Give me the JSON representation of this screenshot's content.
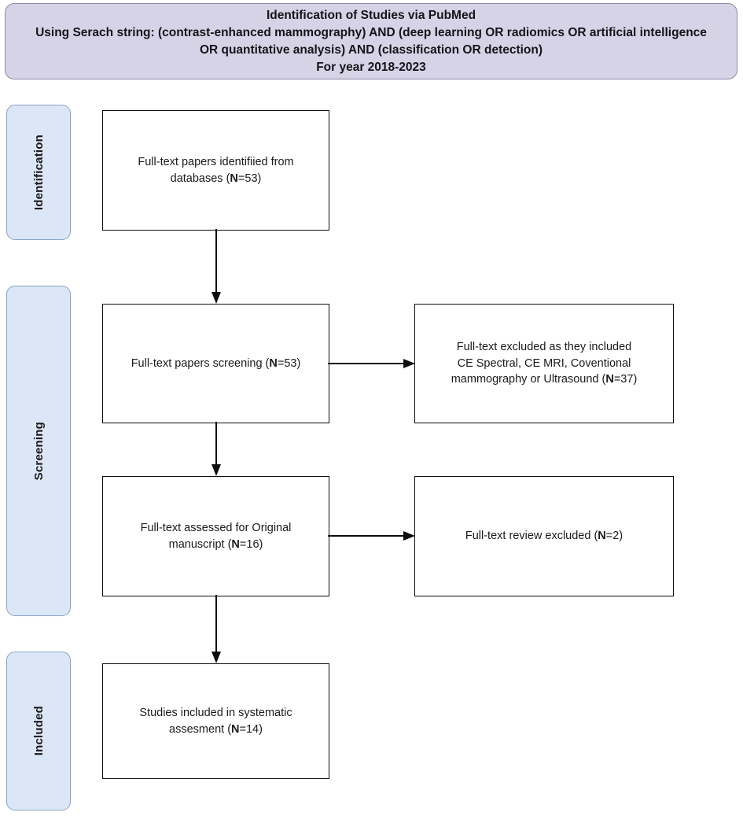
{
  "header": {
    "lines": [
      "Identification of Studies via PubMed",
      "Using Serach string: (contrast-enhanced mammography) AND (deep learning OR radiomics OR artificial intelligence",
      "OR quantitative analysis) AND (classification OR detection)",
      "For year 2018-2023"
    ],
    "background_color": "#d6d3e6",
    "border_color": "#8e8aa8"
  },
  "stages": [
    {
      "label": "Identification",
      "id": "identification"
    },
    {
      "label": "Screening",
      "id": "screening"
    },
    {
      "label": "Included",
      "id": "included"
    }
  ],
  "stage_style": {
    "background_color": "#dbe6f6",
    "border_color": "#8ba4bf"
  },
  "boxes": {
    "identified": {
      "line1": "Full-text papers identifiied from",
      "line2_prefix": "databases (",
      "line2_count_label": "N",
      "line2_count_value": "=53)"
    },
    "screening": {
      "line1_prefix": "Full-text papers screening (",
      "line1_count_label": "N",
      "line1_count_value": "=53)"
    },
    "excluded_1": {
      "line1": "Full-text excluded as they included",
      "line2": "CE Spectral, CE MRI, Coventional",
      "line3_prefix": "mammography or Ultrasound (",
      "line3_count_label": "N",
      "line3_count_value": "=37)"
    },
    "assessed": {
      "line1": "Full-text assessed for Original",
      "line2_prefix": "manuscript (",
      "line2_count_label": "N",
      "line2_count_value": "=16)"
    },
    "excluded_2": {
      "line1_prefix": "Full-text review excluded (",
      "line1_count_label": "N",
      "line1_count_value": "=2)"
    },
    "included": {
      "line1": "Studies included in systematic",
      "line2_prefix": "assesment (",
      "line2_count_label": "N",
      "line2_count_value": "=14)"
    }
  },
  "connectors": [
    {
      "name": "identified-to-screening",
      "direction": "down"
    },
    {
      "name": "screening-to-excluded-1",
      "direction": "right"
    },
    {
      "name": "screening-to-assessed",
      "direction": "down"
    },
    {
      "name": "assessed-to-excluded-2",
      "direction": "right"
    },
    {
      "name": "assessed-to-included",
      "direction": "down"
    }
  ],
  "colors": {
    "box_border": "#0d0d0d",
    "box_fill": "#ffffff",
    "text": "#1a1a1a",
    "page_background": "#ffffff"
  },
  "chart_data": {
    "type": "diagram",
    "title": "Identification of Studies via PubMed",
    "diagram_kind": "PRISMA flow diagram",
    "stages": [
      "Identification",
      "Screening",
      "Included"
    ],
    "nodes": [
      {
        "id": "identified",
        "stage": "Identification",
        "text": "Full-text papers identifiied from databases (N=53)",
        "n": 53
      },
      {
        "id": "screening",
        "stage": "Screening",
        "text": "Full-text papers screening (N=53)",
        "n": 53
      },
      {
        "id": "excluded_1",
        "stage": "Screening",
        "text": "Full-text excluded as they included CE Spectral, CE MRI, Coventional mammography or Ultrasound (N=37)",
        "n": 37
      },
      {
        "id": "assessed",
        "stage": "Screening",
        "text": "Full-text assessed for Original manuscript (N=16)",
        "n": 16
      },
      {
        "id": "excluded_2",
        "stage": "Screening",
        "text": "Full-text review excluded (N=2)",
        "n": 2
      },
      {
        "id": "included",
        "stage": "Included",
        "text": "Studies included in systematic assesment (N=14)",
        "n": 14
      }
    ],
    "edges": [
      {
        "from": "identified",
        "to": "screening",
        "direction": "down"
      },
      {
        "from": "screening",
        "to": "excluded_1",
        "direction": "right"
      },
      {
        "from": "screening",
        "to": "assessed",
        "direction": "down"
      },
      {
        "from": "assessed",
        "to": "excluded_2",
        "direction": "right"
      },
      {
        "from": "assessed",
        "to": "included",
        "direction": "down"
      }
    ]
  }
}
